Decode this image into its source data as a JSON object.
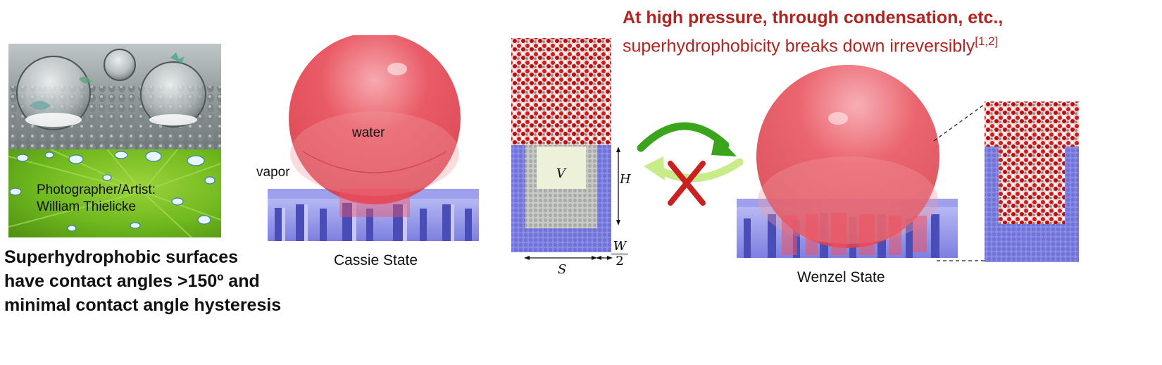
{
  "photo": {
    "credit_line1": "Photographer/Artist:",
    "credit_line2": "William Thielicke"
  },
  "description": {
    "line1": "Superhydrophobic surfaces",
    "line2": "have contact angles >150º and",
    "line3": "minimal contact angle hysteresis"
  },
  "cassie": {
    "water_label": "water",
    "vapor_label": "vapor",
    "state_label": "Cassie State"
  },
  "simulation": {
    "volume_label": "V",
    "height_label": "H",
    "spacing_label": "S",
    "width_num": "W",
    "width_den": "2"
  },
  "headline": {
    "line1": "At high pressure, through condensation, etc.,",
    "line2": "superhydrophobicity breaks down irreversibly",
    "citation": "[1,2]"
  },
  "wenzel": {
    "state_label": "Wenzel State"
  },
  "colors": {
    "droplet": "#e8545f",
    "pillars": "#7d7fe0",
    "headline": "#b3231f",
    "arrow_forward": "#3aa51c",
    "arrow_back": "#c8ec88",
    "cross": "#c9211f"
  }
}
